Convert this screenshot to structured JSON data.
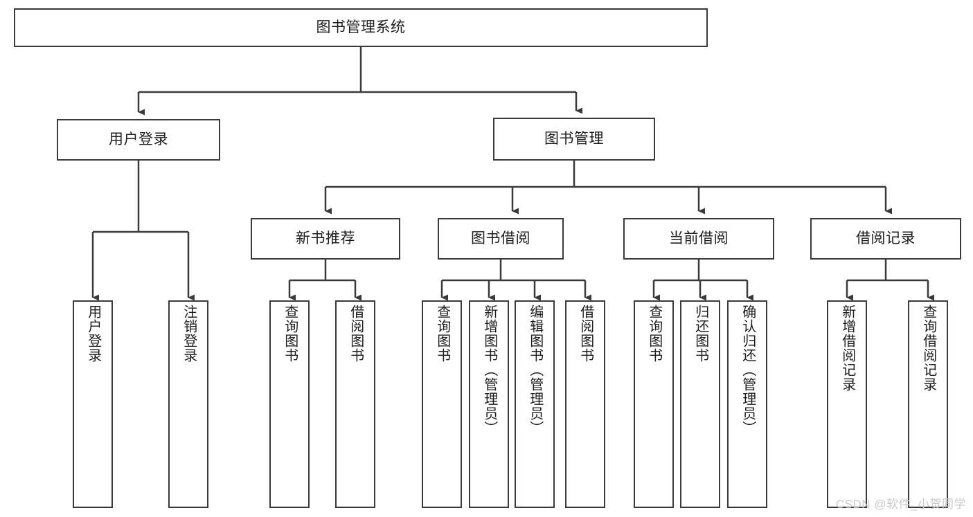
{
  "diagram": {
    "type": "tree-hierarchy-chart",
    "title": "图书管理系统",
    "watermark": "CSDN @软件_小贺同学",
    "colors": {
      "stroke": "#3a3a3a",
      "text": "#1d1d1d",
      "background": "#ffffff",
      "watermark": "#c9c9c9"
    },
    "root": {
      "label": "图书管理系统"
    },
    "level2": [
      {
        "label": "用户登录"
      },
      {
        "label": "图书管理"
      }
    ],
    "level3": [
      {
        "label": "新书推荐"
      },
      {
        "label": "图书借阅"
      },
      {
        "label": "当前借阅"
      },
      {
        "label": "借阅记录"
      }
    ],
    "leaves": {
      "user_login": [
        {
          "label": "用户登录"
        },
        {
          "label": "注销登录"
        }
      ],
      "new_book": [
        {
          "label": "查询图书"
        },
        {
          "label": "借阅图书"
        }
      ],
      "book_borrow": [
        {
          "label": "查询图书"
        },
        {
          "label": "新增图书（管理员）"
        },
        {
          "label": "编辑图书（管理员）"
        },
        {
          "label": "借阅图书"
        }
      ],
      "current_borrow": [
        {
          "label": "查询图书"
        },
        {
          "label": "归还图书"
        },
        {
          "label": "确认归还（管理员）"
        }
      ],
      "borrow_record": [
        {
          "label": "新增借阅记录"
        },
        {
          "label": "查询借阅记录"
        }
      ]
    }
  }
}
